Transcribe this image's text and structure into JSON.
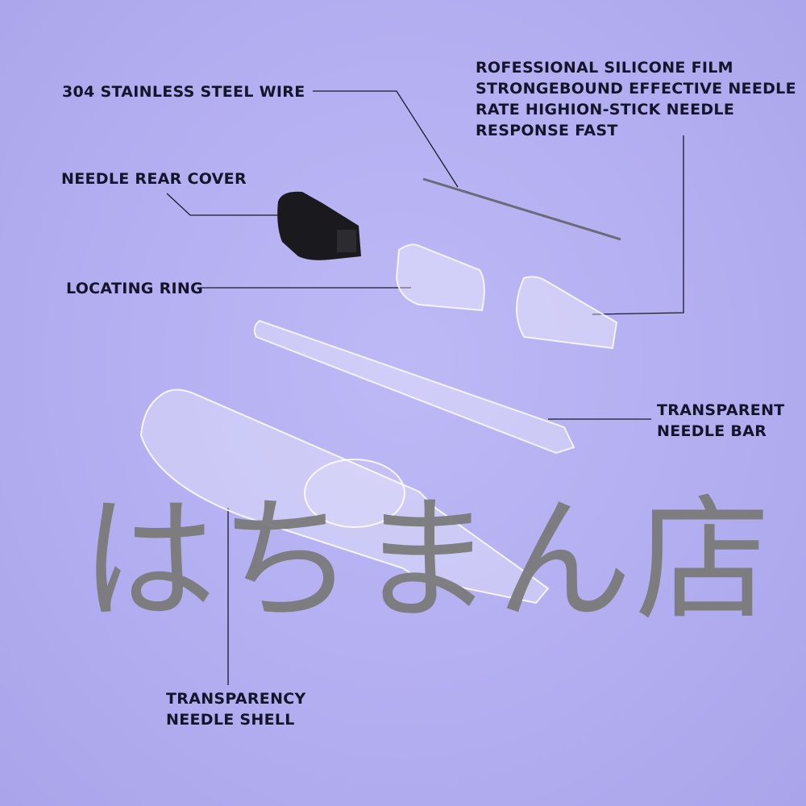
{
  "labels": {
    "steel_wire": "304 STAINLESS STEEL WIRE",
    "silicone_film": [
      "ROFESSIONAL SILICONE FILM",
      "STRONGEBOUND EFFECTIVE NEEDLE",
      "RATE HIGHION-STICK NEEDLE",
      "RESPONSE FAST"
    ],
    "rear_cover": "NEEDLE REAR COVER",
    "locating_ring": "LOCATING RING",
    "needle_bar": [
      "TRANSPARENT",
      "NEEDLE BAR"
    ],
    "needle_shell": [
      "TRANSPARENCY",
      "NEEDLE SHELL"
    ]
  },
  "watermark": "はちまん店",
  "colors": {
    "background": "#b4b0f2",
    "text": "#14142a",
    "watermark": "#7b7b7b"
  }
}
